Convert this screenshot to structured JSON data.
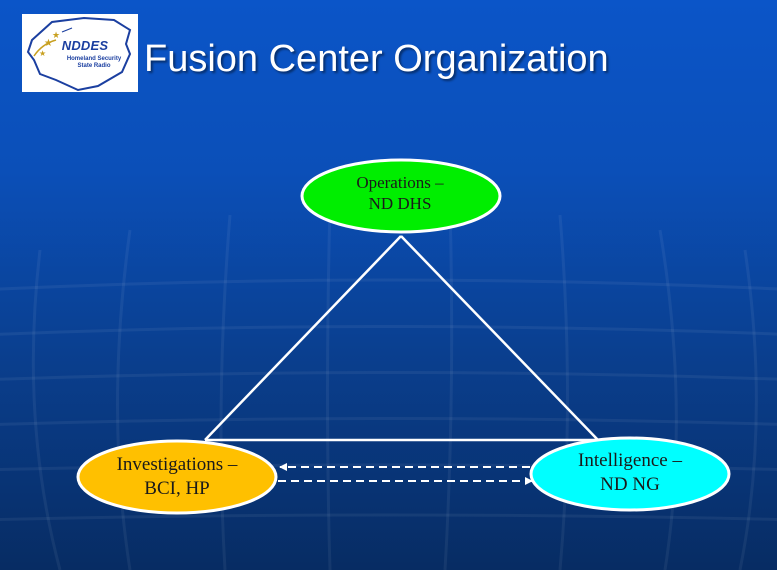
{
  "slide": {
    "title": "Fusion Center Organization",
    "colors": {
      "background_top": "#0b55c8",
      "background_bottom": "#072c63",
      "title_text": "#ffffff"
    }
  },
  "logo": {
    "name": "NDDES",
    "subtitle_line1": "Homeland Security",
    "subtitle_line2": "State Radio",
    "icon": "north-dakota-state-outline-icon"
  },
  "diagram": {
    "nodes": [
      {
        "id": "operations",
        "line1": "Operations –",
        "line2": "ND DHS",
        "color": "#00ee00"
      },
      {
        "id": "investigations",
        "line1": "Investigations –",
        "line2": "BCI, HP",
        "color": "#ffc000"
      },
      {
        "id": "intelligence",
        "line1": "Intelligence –",
        "line2": "ND NG",
        "color": "#00ffff"
      }
    ],
    "connections": [
      {
        "from": "operations",
        "to": "investigations",
        "style": "solid"
      },
      {
        "from": "operations",
        "to": "intelligence",
        "style": "solid"
      },
      {
        "from": "investigations",
        "to": "intelligence",
        "style": "solid"
      },
      {
        "from": "intelligence",
        "to": "investigations",
        "style": "dashed-arrow"
      },
      {
        "from": "investigations",
        "to": "intelligence",
        "style": "dashed-arrow"
      }
    ]
  }
}
